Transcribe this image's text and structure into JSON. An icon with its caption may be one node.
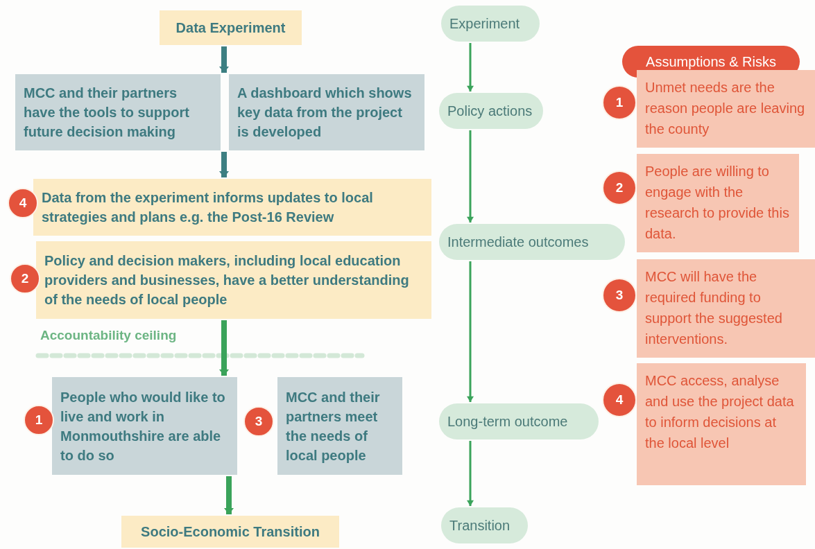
{
  "diagram": {
    "nodes": [
      {
        "text": [
          "Data Experiment"
        ]
      },
      {
        "text": [
          "MCC and their partners have the tools to support future decision making"
        ]
      },
      {
        "text": [
          "A dashboard which shows key data from the project is developed"
        ]
      },
      {
        "text": [
          "4"
        ]
      },
      {
        "text": [
          "Data from the experiment informs updates to local strategies and plans e.g. the Post-16 Review"
        ]
      },
      {
        "text": [
          "2"
        ]
      },
      {
        "text": [
          "Policy and decision makers, including local education providers and businesses, have a better understanding of the needs of local people"
        ]
      },
      {
        "text": [
          "1"
        ]
      },
      {
        "text": [
          "People who would like to live and work in Monmouthshire are able to do so"
        ]
      },
      {
        "text": [
          "3"
        ]
      },
      {
        "text": [
          "MCC and their partners meet the needs of local people"
        ]
      },
      {
        "text": [
          "Socio-Economic Transition"
        ]
      },
      {
        "text": [
          "Experiment"
        ]
      },
      {
        "text": [
          "Policy actions"
        ]
      },
      {
        "text": [
          "Intermediate outcomes"
        ]
      },
      {
        "text": [
          "Long-term outcome"
        ]
      },
      {
        "text": [
          "Transition"
        ]
      },
      {
        "text": [
          "Assumptions & Risks"
        ]
      },
      {
        "text": [
          "1"
        ]
      },
      {
        "text": [
          "Unmet needs are the reason people are leaving the county"
        ]
      },
      {
        "text": [
          "2"
        ]
      },
      {
        "text": [
          "People are willing to engage with the research to provide this data."
        ]
      },
      {
        "text": [
          "3"
        ]
      },
      {
        "text": [
          "MCC will have the required funding to support the suggested interventions."
        ]
      },
      {
        "text": [
          "4"
        ]
      },
      {
        "text": [
          "MCC access, analyse and use the project data to inform decisions at the local level"
        ]
      }
    ],
    "edges": [
      {
        "from": 0,
        "to": 1,
        "arrow": "to",
        "color": "#3d7f82"
      },
      {
        "from": 0,
        "to": 2,
        "arrow": "to",
        "color": "#3d7f82"
      },
      {
        "from": 1,
        "to": 4,
        "arrow": "to",
        "color": "#3d7f82"
      },
      {
        "from": 2,
        "to": 4,
        "arrow": "to",
        "color": "#3d7f82"
      },
      {
        "from": 6,
        "to": 8,
        "arrow": "to"
      },
      {
        "from": 8,
        "to": 11,
        "arrow": "to"
      },
      {
        "from": 12,
        "to": 13,
        "arrow": "to"
      },
      {
        "from": 13,
        "to": 14,
        "arrow": "to"
      },
      {
        "from": 14,
        "to": 15,
        "arrow": "to"
      },
      {
        "from": 15,
        "to": 16,
        "arrow": "to"
      }
    ],
    "labels": [
      "Accountability ceiling"
    ]
  }
}
